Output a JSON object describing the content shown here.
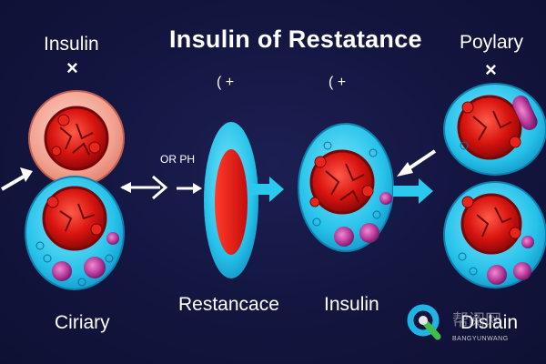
{
  "title": "Insulin of Restatance",
  "labels": {
    "top_left": "Insulin",
    "top_left_mark": "×",
    "top_right": "Poylary",
    "top_right_mark": "×",
    "paren_left": "( +",
    "paren_right": "( +",
    "small_arrow_text": "OR PH",
    "bottom_left": "Ciriary",
    "bottom_center_left": "Restancace",
    "bottom_center_right": "Insulin",
    "bottom_right": "Dislain"
  },
  "watermark": {
    "glyphs": "帮阅网",
    "subtitle": "BANGYUNWANG"
  },
  "colors": {
    "background": "#13153f",
    "cyan": "#28c8ec",
    "red": "#e01a1a",
    "pink_cell": "#f3a89a",
    "purple": "#a6358e",
    "white": "#ffffff"
  }
}
